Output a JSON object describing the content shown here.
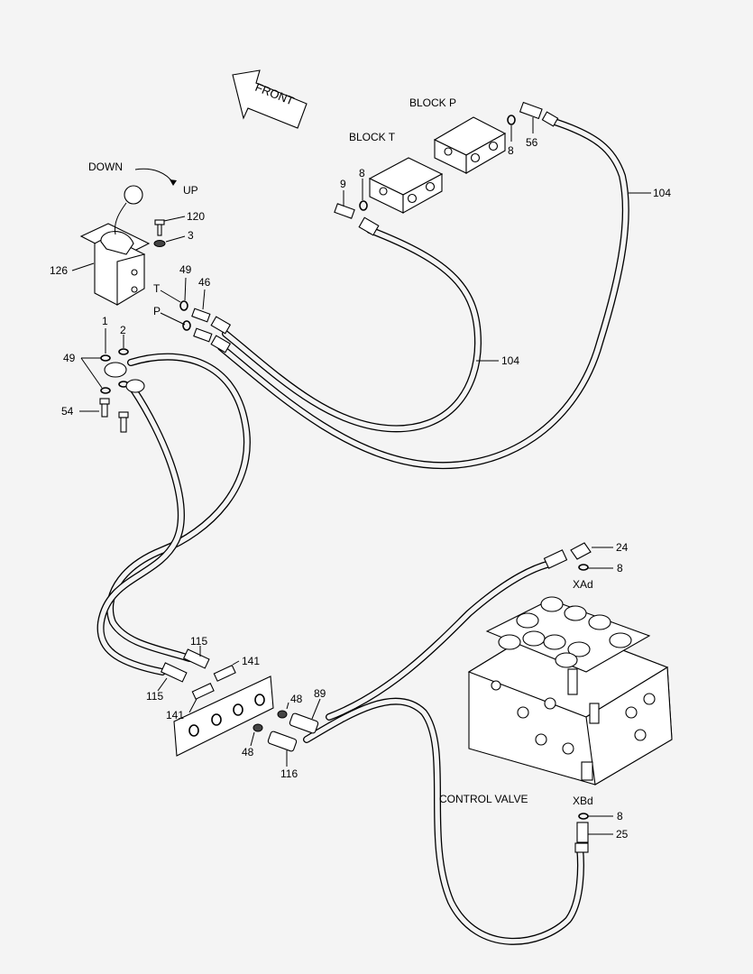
{
  "diagram": {
    "labels": {
      "front": "FRONT",
      "block_p": "BLOCK P",
      "block_t": "BLOCK T",
      "down": "DOWN",
      "up": "UP",
      "port_t": "T",
      "port_p": "P",
      "control_valve": "CONTROL VALVE",
      "xad": "XAd",
      "xbd": "XBd"
    },
    "callouts": {
      "n120": "120",
      "n3": "3",
      "n126": "126",
      "n49a": "49",
      "n46": "46",
      "n1": "1",
      "n2": "2",
      "n49b": "49",
      "n54": "54",
      "n9": "9",
      "n8a": "8",
      "n8b": "8",
      "n56": "56",
      "n104a": "104",
      "n104b": "104",
      "n24": "24",
      "n8c": "8",
      "n115a": "115",
      "n141a": "141",
      "n115b": "115",
      "n141b": "141",
      "n48a": "48",
      "n89": "89",
      "n48b": "48",
      "n116": "116",
      "n8d": "8",
      "n25": "25"
    }
  }
}
